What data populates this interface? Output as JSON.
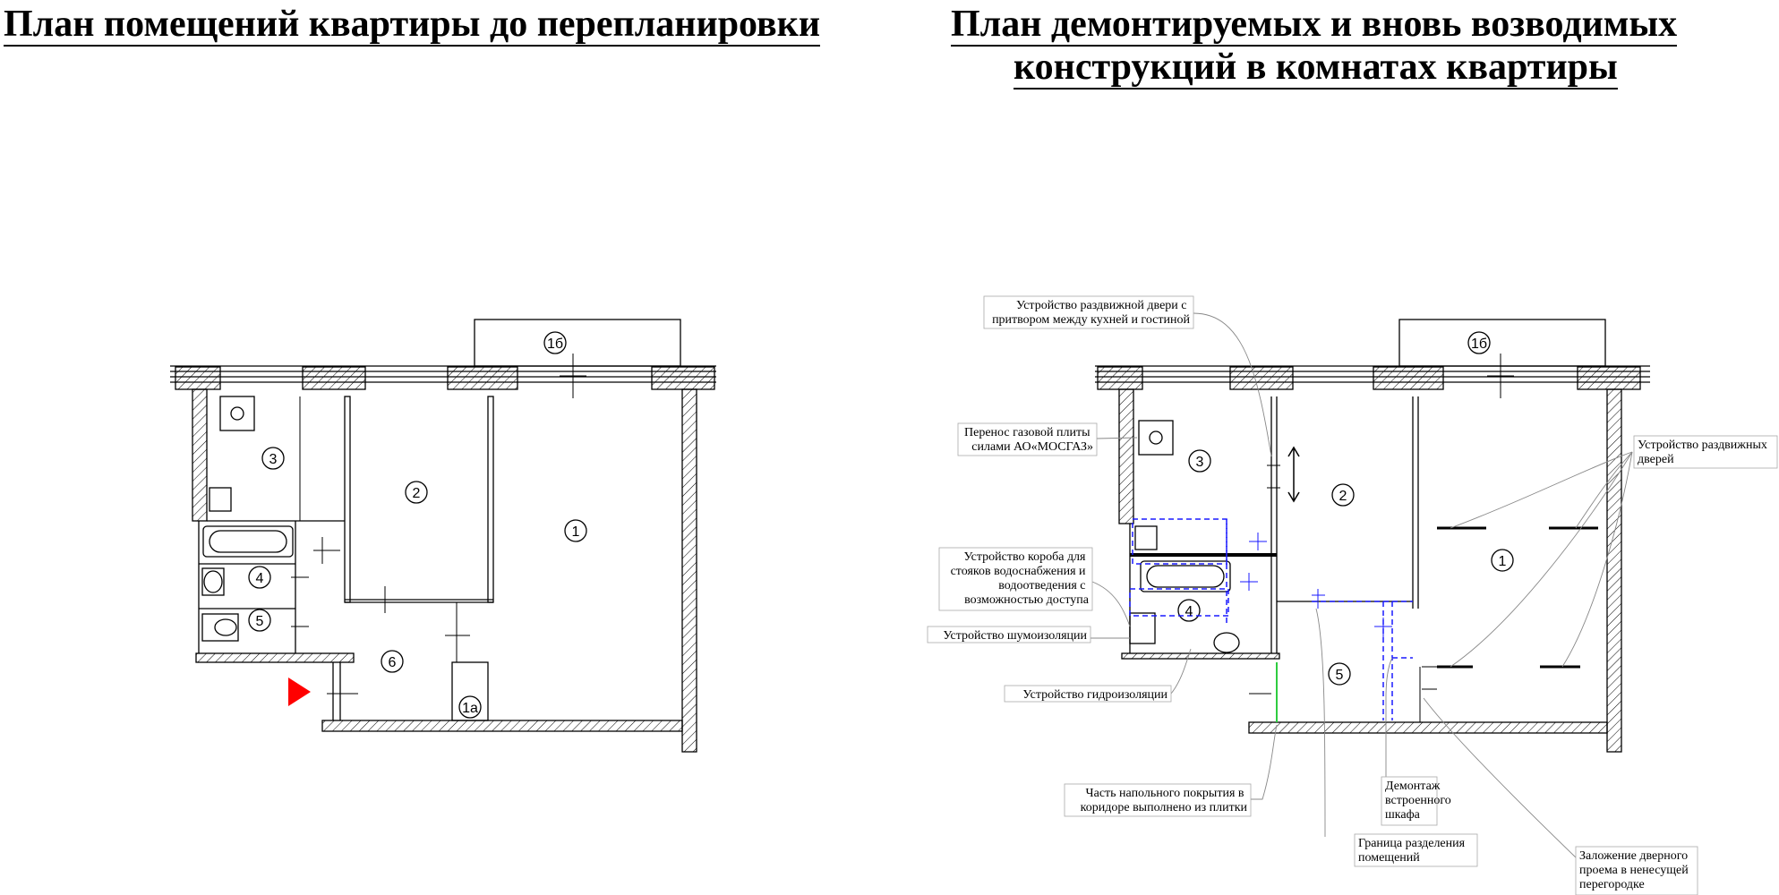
{
  "titles": {
    "left": "План помещений квартиры до перепланировки",
    "right_line1": "План демонтируемых и вновь возводимых",
    "right_line2": "конструкций в комнатах квартиры"
  },
  "left_plan": {
    "rooms": [
      "1б",
      "3",
      "2",
      "1",
      "4",
      "5",
      "6",
      "1а"
    ]
  },
  "right_plan": {
    "rooms": [
      "1б",
      "3",
      "2",
      "1",
      "4",
      "5"
    ],
    "callouts": [
      [
        "Устройство раздвижной двери с",
        "притвором между кухней и гостиной"
      ],
      [
        "Перенос газовой плиты",
        "силами АО«МОСГАЗ»"
      ],
      [
        "Устройство короба для",
        "стояков водоснабжения и",
        "водоотведения с",
        "возможностью доступа"
      ],
      [
        "Устройство шумоизоляции"
      ],
      [
        "Устройство гидроизоляции"
      ],
      [
        "Часть напольного покрытия в",
        "коридоре выполнено из плитки"
      ],
      [
        "Демонтаж",
        "встроенного",
        "шкафа"
      ],
      [
        "Граница разделения",
        "помещений"
      ],
      [
        "Заложение дверного",
        "проема в ненесущей",
        "перегородке"
      ],
      [
        "Устройство раздвижных",
        "дверей"
      ]
    ]
  },
  "colors": {
    "line": "#000000",
    "entrance_marker": "#ff0000",
    "new_construction": "#1a1aff",
    "tile_boundary": "#2ecc40"
  }
}
